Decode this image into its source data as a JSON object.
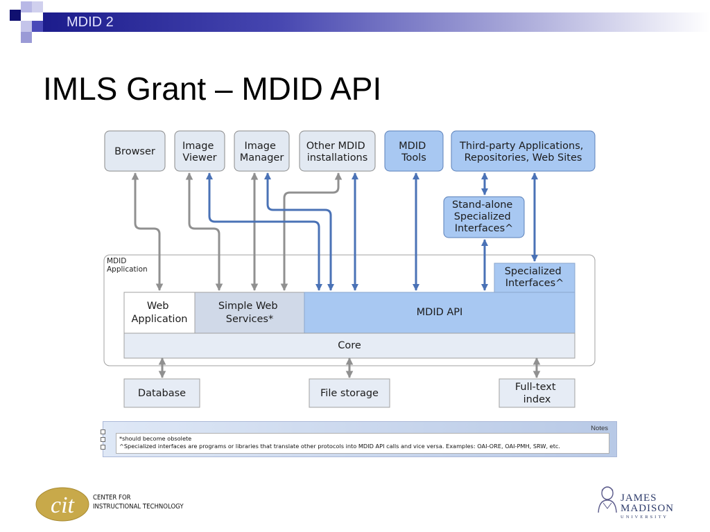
{
  "header": {
    "brand": "MDID 2"
  },
  "slide": {
    "title": "IMLS Grant – MDID API"
  },
  "diagram": {
    "clients": {
      "browser": [
        "Browser"
      ],
      "image_viewer": [
        "Image",
        "Viewer"
      ],
      "image_manager": [
        "Image",
        "Manager"
      ],
      "other_mdid": [
        "Other MDID",
        "installations"
      ],
      "mdid_tools": [
        "MDID",
        "Tools"
      ],
      "third_party": [
        "Third-party Applications,",
        "Repositories, Web Sites"
      ]
    },
    "standalone": [
      "Stand-alone",
      "Specialized",
      "Interfaces^"
    ],
    "app_label": [
      "MDID",
      "Application"
    ],
    "specialized": [
      "Specialized",
      "Interfaces^"
    ],
    "web_app": [
      "Web",
      "Application"
    ],
    "simple_ws": [
      "Simple Web",
      "Services*"
    ],
    "mdid_api": [
      "MDID API"
    ],
    "core": [
      "Core"
    ],
    "database": [
      "Database"
    ],
    "file_storage": [
      "File storage"
    ],
    "fulltext": [
      "Full-text",
      "index"
    ]
  },
  "notes": {
    "label": "Notes",
    "lines": [
      "*should become obsolete",
      "^Specialized interfaces are programs or libraries that translate other protocols into MDID API calls and vice versa.  Examples: OAI-ORE, OAI-PMH, SRW, etc."
    ]
  },
  "footer": {
    "cit_logo_text": "cit",
    "cit_lines": [
      "CENTER FOR",
      "INSTRUCTIONAL TECHNOLOGY"
    ],
    "jmu_lines": [
      "JAMES",
      "MADISON",
      "UNIVERSITY"
    ]
  }
}
